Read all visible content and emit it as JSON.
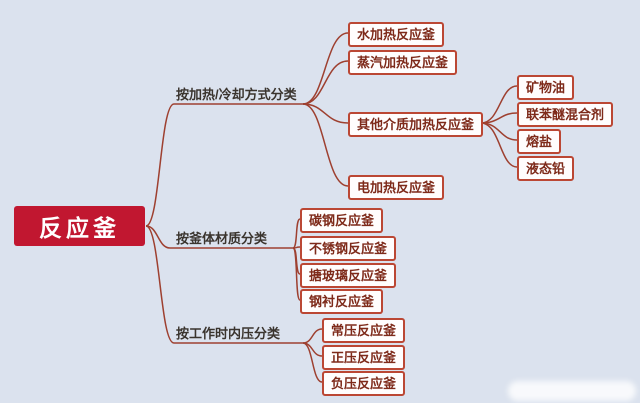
{
  "root": {
    "label": "反应釜"
  },
  "branches": [
    {
      "label": "按加热/冷却方式分类",
      "children": [
        {
          "label": "水加热反应釜"
        },
        {
          "label": "蒸汽加热反应釜"
        },
        {
          "label": "其他介质加热反应釜",
          "children": [
            {
              "label": "矿物油"
            },
            {
              "label": "联苯醚混合剂"
            },
            {
              "label": "熔盐"
            },
            {
              "label": "液态铅"
            }
          ]
        },
        {
          "label": "电加热反应釜"
        }
      ]
    },
    {
      "label": "按釜体材质分类",
      "children": [
        {
          "label": "碳钢反应釜"
        },
        {
          "label": "不锈钢反应釜"
        },
        {
          "label": "搪玻璃反应釜"
        },
        {
          "label": "钢衬反应釜"
        }
      ]
    },
    {
      "label": "按工作时内压分类",
      "children": [
        {
          "label": "常压反应釜"
        },
        {
          "label": "正压反应釜"
        },
        {
          "label": "负压反应釜"
        }
      ]
    }
  ],
  "colors": {
    "background": "#dbe2ee",
    "root_fill": "#c11730",
    "root_text": "#ffffff",
    "node_border": "#bb4734",
    "node_text": "#7e2a1a",
    "branch_label_text": "#3a342e",
    "line": "#9e4030"
  }
}
